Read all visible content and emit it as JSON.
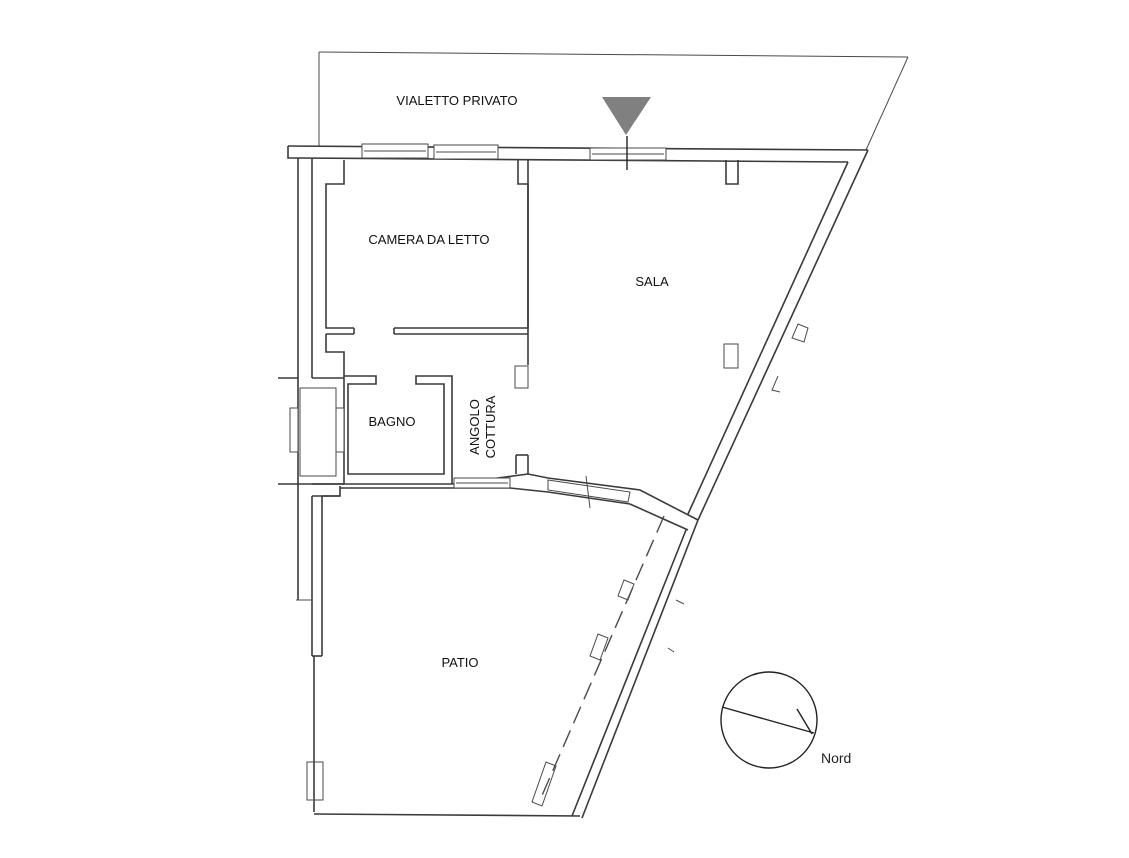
{
  "rooms": {
    "vialetto": "VIALETTO PRIVATO",
    "camera": "CAMERA DA LETTO",
    "sala": "SALA",
    "bagno": "BAGNO",
    "angolo_line1": "ANGOLO",
    "angolo_line2": "COTTURA",
    "patio": "PATIO"
  },
  "compass": {
    "label": "Nord"
  },
  "colors": {
    "walls": "#3a3a3a",
    "entrance_marker": "#808080",
    "background": "#ffffff"
  },
  "icons": {
    "entrance": "triangle-down",
    "compass": "north-arrow-circle"
  }
}
